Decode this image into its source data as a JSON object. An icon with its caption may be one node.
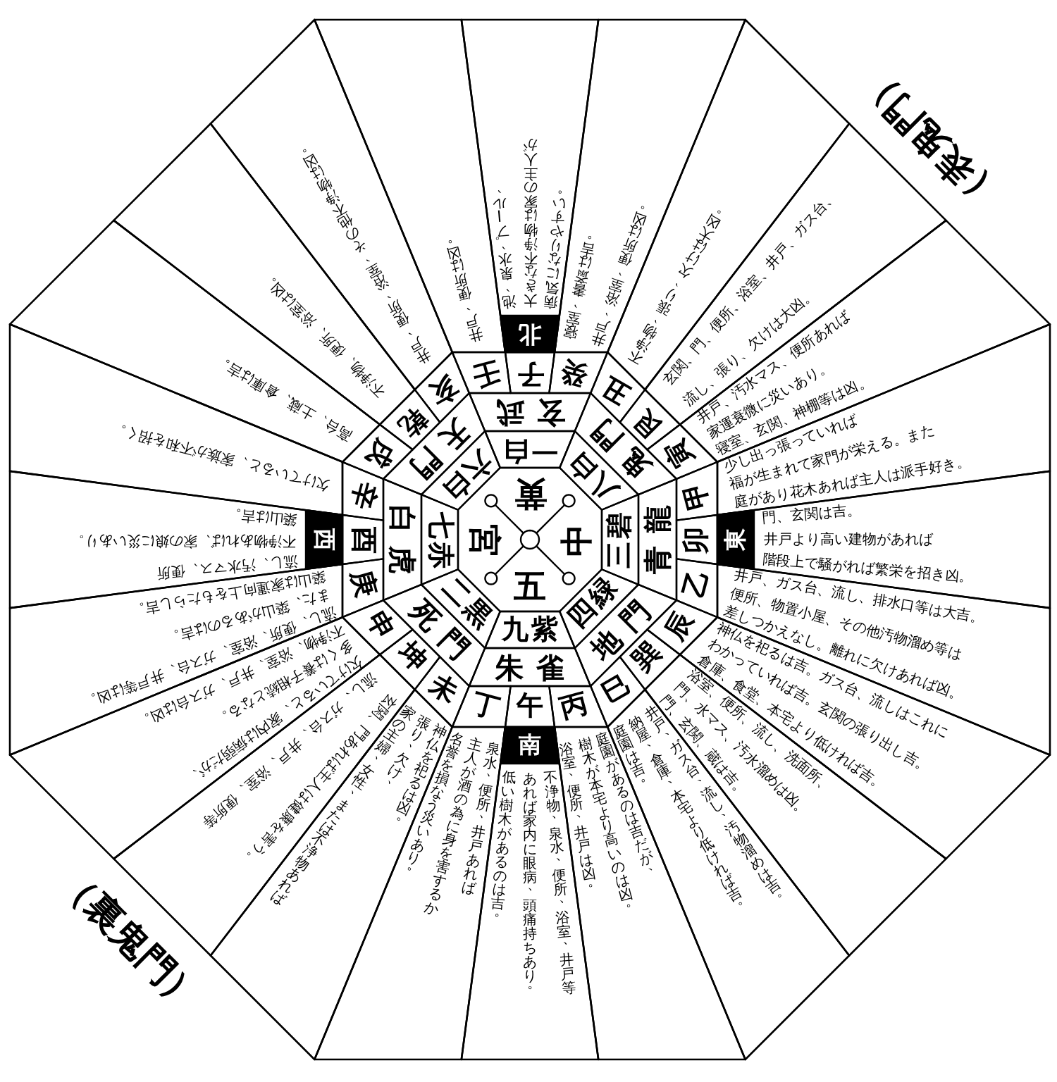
{
  "diagram": {
    "nodes": [
      {
        "text": [
          "黄",
          "宮",
          "中",
          "五"
        ]
      },
      {
        "text": [],
        "shape": "circle",
        "in": 0
      },
      {
        "text": [],
        "shape": "circle",
        "in": 0
      },
      {
        "text": [],
        "shape": "circle",
        "in": 0
      },
      {
        "text": [],
        "shape": "circle",
        "in": 0
      },
      {
        "text": [],
        "shape": "circle",
        "in": 0
      },
      {
        "text": [
          "一白"
        ]
      },
      {
        "text": [
          "八白"
        ]
      },
      {
        "text": [
          "三碧"
        ]
      },
      {
        "text": [
          "四緑"
        ]
      },
      {
        "text": [
          "九紫"
        ]
      },
      {
        "text": [
          "二黒"
        ]
      },
      {
        "text": [
          "七赤"
        ]
      },
      {
        "text": [
          "六白"
        ]
      },
      {
        "text": [
          "玄武"
        ]
      },
      {
        "text": [
          "鬼門"
        ]
      },
      {
        "text": [
          "青龍"
        ]
      },
      {
        "text": [
          "地門"
        ]
      },
      {
        "text": [
          "朱雀"
        ]
      },
      {
        "text": [
          "死門"
        ]
      },
      {
        "text": [
          "白虎"
        ]
      },
      {
        "text": [
          "天門"
        ]
      },
      {
        "text": [
          "子"
        ]
      },
      {
        "text": [
          "癸"
        ]
      },
      {
        "text": [
          "丑"
        ]
      },
      {
        "text": [
          "艮"
        ]
      },
      {
        "text": [
          "寅"
        ]
      },
      {
        "text": [
          "甲"
        ]
      },
      {
        "text": [
          "卯"
        ]
      },
      {
        "text": [
          "乙"
        ]
      },
      {
        "text": [
          "辰"
        ]
      },
      {
        "text": [
          "巽"
        ]
      },
      {
        "text": [
          "巳"
        ]
      },
      {
        "text": [
          "丙"
        ]
      },
      {
        "text": [
          "午"
        ]
      },
      {
        "text": [
          "丁"
        ]
      },
      {
        "text": [
          "未"
        ]
      },
      {
        "text": [
          "坤"
        ]
      },
      {
        "text": [
          "申"
        ]
      },
      {
        "text": [
          "庚"
        ]
      },
      {
        "text": [
          "酉"
        ]
      },
      {
        "text": [
          "辛"
        ]
      },
      {
        "text": [
          "戌"
        ]
      },
      {
        "text": [
          "乾"
        ]
      },
      {
        "text": [
          "亥"
        ]
      },
      {
        "text": [
          "壬"
        ]
      },
      {
        "text": [
          "池、泉水、プール、",
          "大きな不浄物は家の主人が",
          "病気になりやすい。"
        ]
      },
      {
        "text": [
          "寝室、書斎は吉。",
          "井戸、浴室、便所は凶。"
        ]
      },
      {
        "text": [
          "不浄物、張り、欠けは大凶。"
        ]
      },
      {
        "text": [
          "玄関、門、便所、浴室、井戸、ガス台、",
          "流し、張り、欠けは大凶。"
        ]
      },
      {
        "text": [
          "井戸、汚水マス、便所あれば",
          "家運衰微に災いあり。",
          "寝室、玄関、神棚等は凶。"
        ]
      },
      {
        "text": [
          "少し出っ張っていれば",
          "福が生まれて家門が栄える。また",
          "庭があり花木あれば主人は派手好き。"
        ]
      },
      {
        "text": [
          "門、玄関は吉。",
          "井戸より高い建物があれば",
          "階段上で騒がれば繁栄を招き凶。"
        ]
      },
      {
        "text": [
          "井戸、ガス台、流し、排水口等は大吉。",
          "便所、物置小屋、その他汚物溜め等は",
          "差しつかえなし。離れに欠けあれば凶。"
        ]
      },
      {
        "text": [
          "神仏を祀るは吉。ガス台、流しはこれに",
          "わかっていれば吉。玄関の張り出し吉。",
          "倉庫、食堂、本宅より低ければ吉。"
        ]
      },
      {
        "text": [
          "浴室、便所、流し、洗面所、",
          "門、水マス、汚水溜めは凶。",
          "門、玄関、蔵は吉。"
        ]
      },
      {
        "text": [
          "井戸、ガス台、流し、汚物溜めは吉。",
          "納屋、倉庫、本宅より低ければ吉。",
          "庭園は吉。"
        ]
      },
      {
        "text": [
          "庭園があるのは吉だが、",
          "樹木が本宅より高いのは凶。",
          "浴室、便所、井戸は凶。"
        ]
      },
      {
        "text": [
          "不浄物、泉水、便所、浴室、井戸等",
          "あれば家内に眼病、頭痛持ちあり。",
          "低い樹木があるのは吉。"
        ]
      },
      {
        "text": [
          "泉水、便所、井戸あれば",
          "主人が酒の為に身を害するか",
          "名誉を損なう災いあり。"
        ]
      },
      {
        "text": [
          "神仏を祀るは凶。",
          "張り、欠け、",
          "家の主婦、女性、または不浄物あれば"
        ]
      },
      {
        "text": [
          "玄関、門あれば主人は健康を害う。",
          "流し、ガス台、井戸、浴室、便所等"
        ]
      },
      {
        "text": [
          "欠けていると、家内は病弱だが、",
          "多くは養子相続となる。",
          "不浄物、浴室、井戸、ガス台は凶。"
        ]
      },
      {
        "text": [
          "流し、便所、浴室、ガス台、井戸等は凶。",
          "また、築山があるのは吉。",
          "築山は家運向上をもたらし吉。"
        ]
      },
      {
        "text": [
          "流し、汚水マス、便所",
          "不浄物あれば、家の娘に災いあり。",
          "築山は吉。"
        ]
      },
      {
        "text": [
          "欠けていると、家族が不和を招く。"
        ]
      },
      {
        "text": [
          "高台、土蔵、倉庫は吉。"
        ]
      },
      {
        "text": [
          "不浄物、便所、浴室は凶。"
        ]
      },
      {
        "text": [
          "井戸、便所、浴室、その他不浄物は凶。"
        ]
      },
      {
        "text": [
          "井戸、便所は凶。"
        ]
      },
      {
        "text": [
          "北"
        ],
        "in": 46
      },
      {
        "text": [
          "東"
        ],
        "in": 52
      },
      {
        "text": [
          "南"
        ],
        "in": 58
      },
      {
        "text": [
          "西"
        ],
        "in": 64
      }
    ],
    "edges": [
      {
        "from": 1,
        "to": 2,
        "arrow": "none"
      },
      {
        "from": 1,
        "to": 3,
        "arrow": "none"
      },
      {
        "from": 1,
        "to": 4,
        "arrow": "none"
      },
      {
        "from": 1,
        "to": 5,
        "arrow": "none"
      }
    ],
    "labels": [
      "（表鬼門）",
      "（裏鬼門）"
    ]
  }
}
